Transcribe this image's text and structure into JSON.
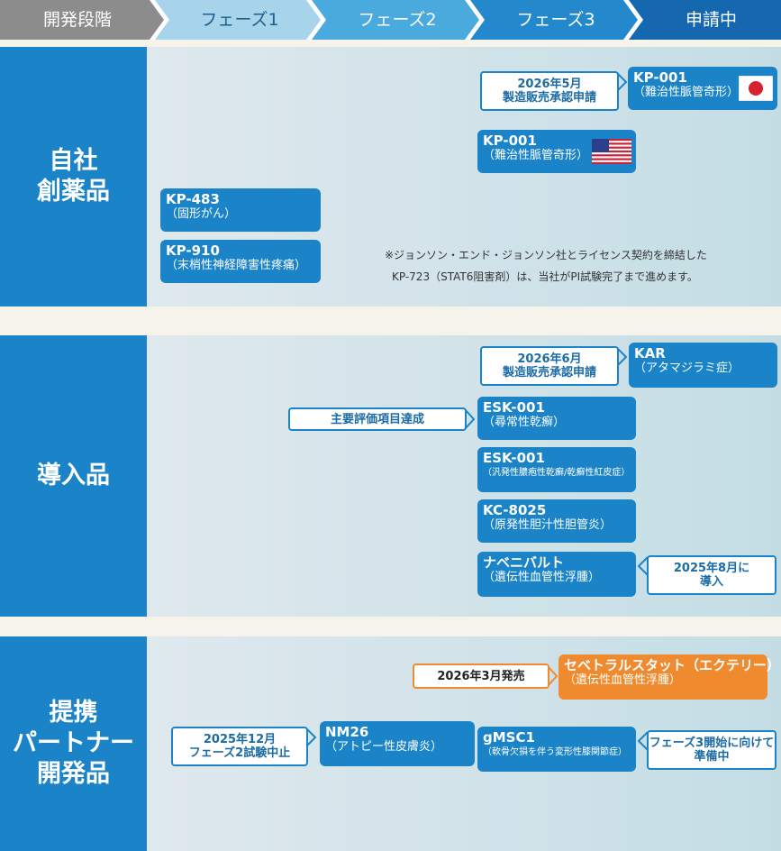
{
  "header": {
    "phases": [
      "開発段階",
      "フェーズ1",
      "フェーズ2",
      "フェーズ3",
      "申請中"
    ]
  },
  "sections": [
    {
      "title": "自社\n創薬品",
      "items": [
        {
          "name": "KP-001",
          "desc": "（難治性脈管奇形）",
          "flag": "japan-flag-icon"
        },
        {
          "name": "KP-001",
          "desc": "（難治性脈管奇形）",
          "flag": "usa-flag-icon"
        },
        {
          "name": "KP-483",
          "desc": "（固形がん）"
        },
        {
          "name": "KP-910",
          "desc": "（末梢性神経障害性疼痛）"
        }
      ],
      "notes": [
        "2026年5月\n製造販売承認申請"
      ],
      "footnote": [
        "※ジョンソン・エンド・ジョンソン社とライセンス契約を締結した",
        "KP-723（STAT6阻害剤）は、当社がPI試験完了まで進めます。"
      ]
    },
    {
      "title": "導入品",
      "items": [
        {
          "name": "KAR",
          "desc": "（アタマジラミ症）"
        },
        {
          "name": "ESK-001",
          "desc": "（尋常性乾癬）"
        },
        {
          "name": "ESK-001",
          "desc": "（汎発性膿疱性乾癬/乾癬性紅皮症）"
        },
        {
          "name": "KC-8025",
          "desc": "（原発性胆汁性胆管炎）"
        },
        {
          "name": "ナベニバルト",
          "desc": "（遺伝性血管性浮腫）"
        }
      ],
      "notes": [
        "2026年6月\n製造販売承認申請",
        "主要評価項目達成",
        "2025年8月に\n導入"
      ]
    },
    {
      "title": "提携\nパートナー\n開発品",
      "items": [
        {
          "name": "セベトラルスタット（エクテリー）",
          "desc": "（遺伝性血管性浮腫）"
        },
        {
          "name": "gMSC1",
          "desc": "（軟骨欠損を伴う変形性膝関節症）"
        },
        {
          "name": "NM26",
          "desc": "（アトピー性皮膚炎）"
        }
      ],
      "notes": [
        "2026年3月発売",
        "フェーズ3開始に向けて\n準備中",
        "2025年12月\nフェーズ2試験中止"
      ]
    }
  ],
  "colors": {
    "header_gray": "#8c8c8c",
    "phase1": "#a7d4ea",
    "phase2": "#4aa9dd",
    "phase3": "#2489cc",
    "filing": "#1568b0",
    "card_blue": "#1b84c8",
    "card_orange": "#ef8a2e"
  }
}
